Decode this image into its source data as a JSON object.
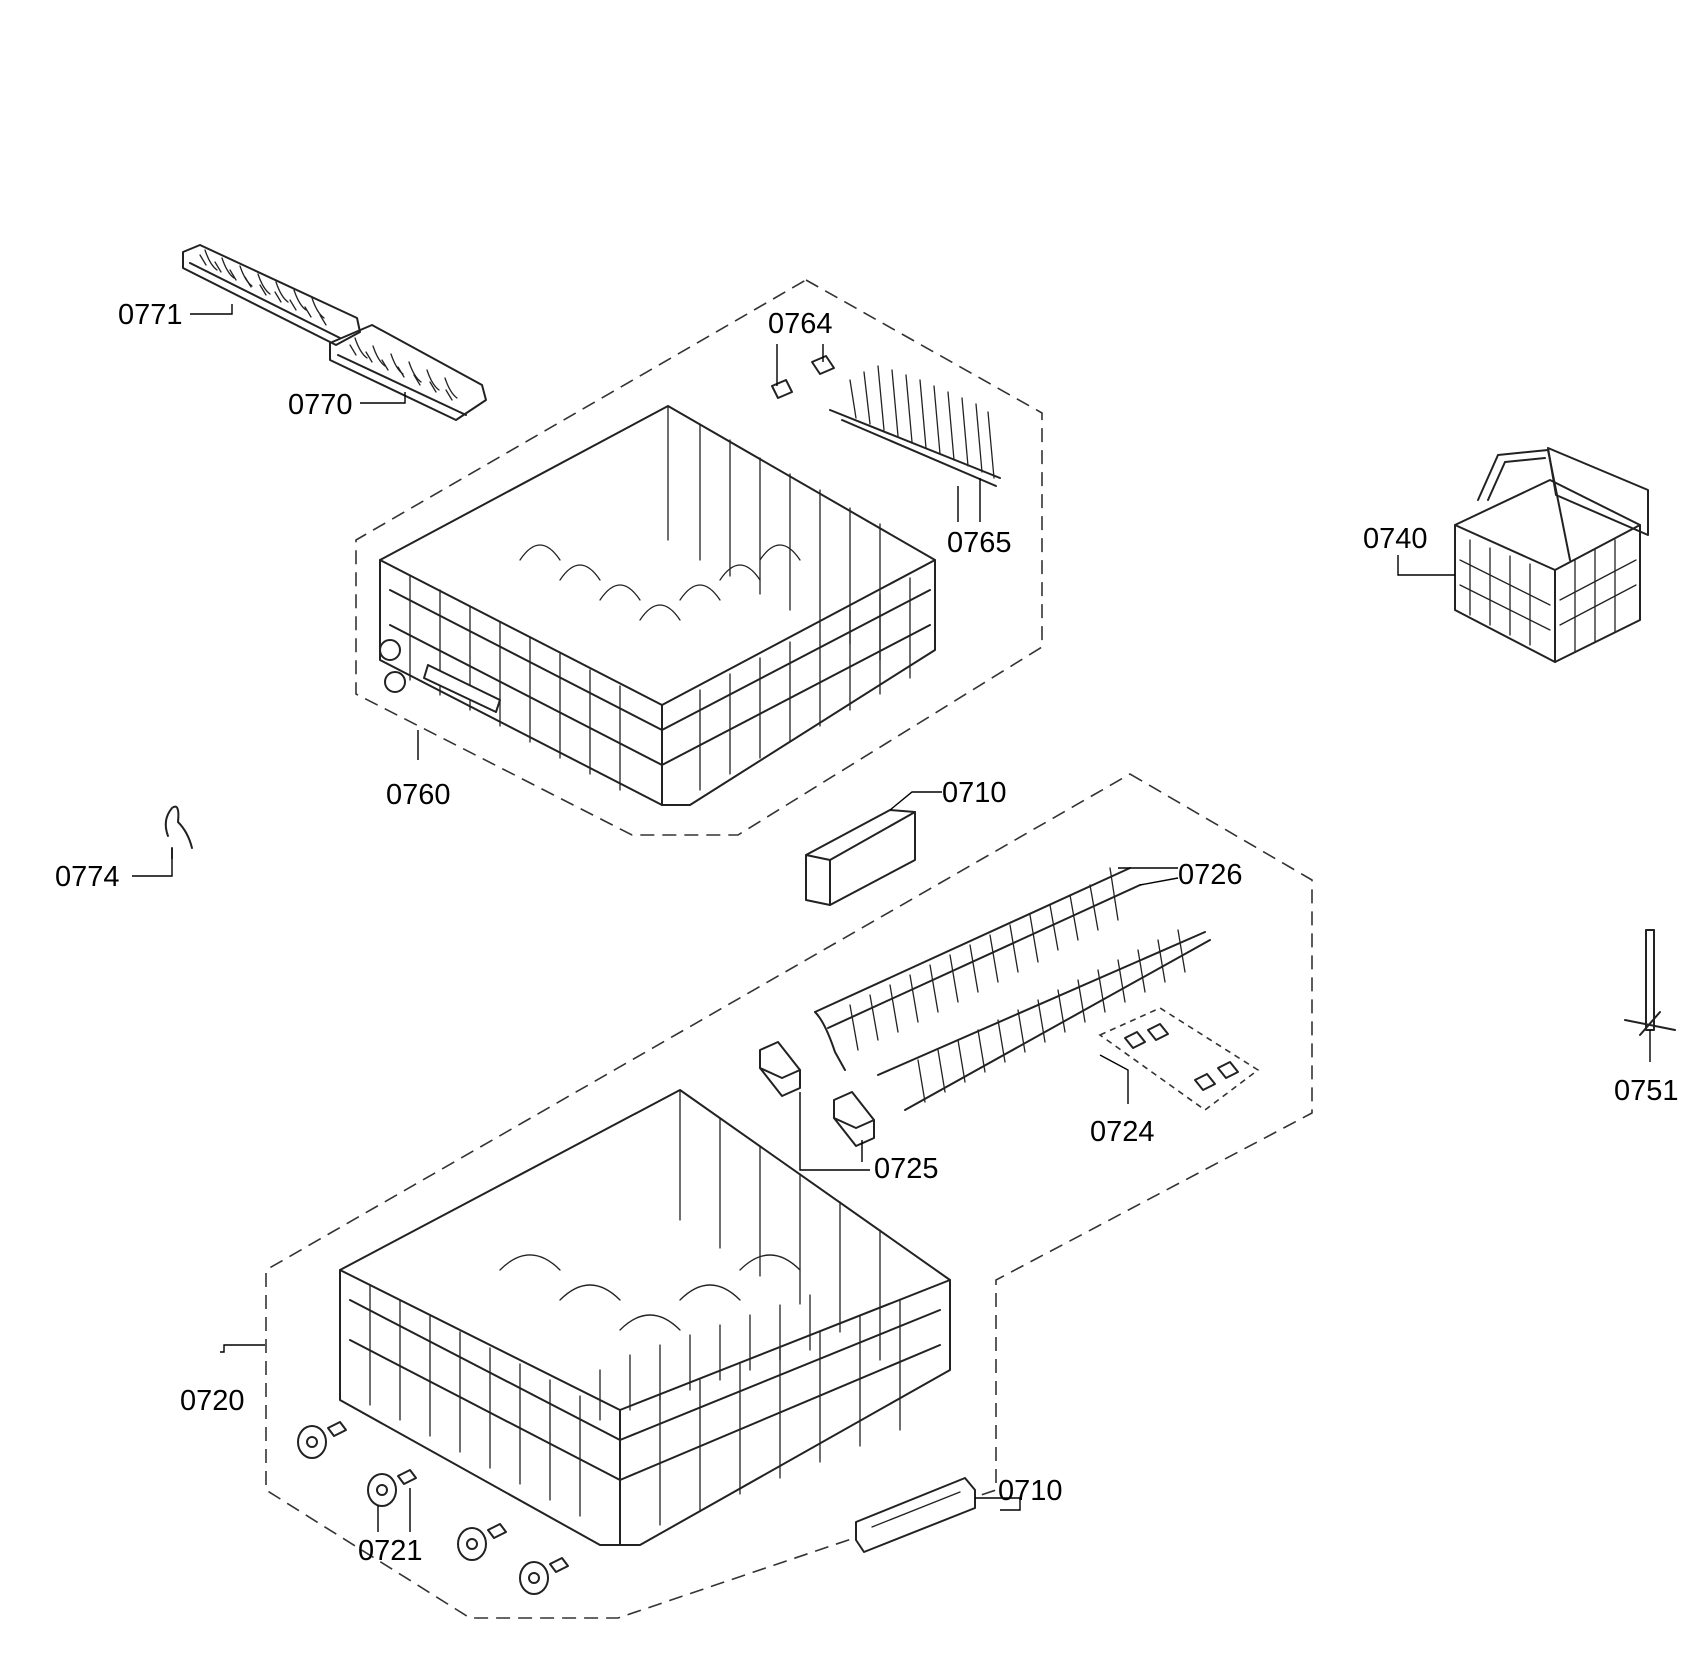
{
  "parts": [
    {
      "id": "p0771",
      "label": "0771"
    },
    {
      "id": "p0770",
      "label": "0770"
    },
    {
      "id": "p0764",
      "label": "0764"
    },
    {
      "id": "p0765",
      "label": "0765"
    },
    {
      "id": "p0760",
      "label": "0760"
    },
    {
      "id": "p0740",
      "label": "0740"
    },
    {
      "id": "p0774",
      "label": "0774"
    },
    {
      "id": "p0710a",
      "label": "0710"
    },
    {
      "id": "p0726",
      "label": "0726"
    },
    {
      "id": "p0751",
      "label": "0751"
    },
    {
      "id": "p0724",
      "label": "0724"
    },
    {
      "id": "p0725",
      "label": "0725"
    },
    {
      "id": "p0720",
      "label": "0720"
    },
    {
      "id": "p0721",
      "label": "0721"
    },
    {
      "id": "p0710b",
      "label": "0710"
    }
  ]
}
